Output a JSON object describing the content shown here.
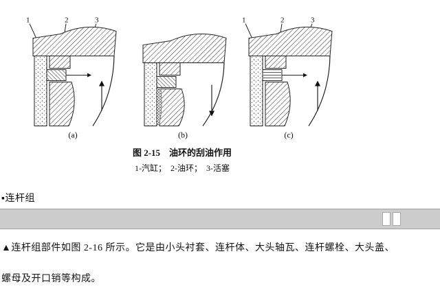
{
  "figure": {
    "caption": "图 2-15　油环的刮油作用",
    "legend": "1-汽缸；  2-油环；  3-活塞",
    "diagrams": [
      {
        "sub_label": "(a)",
        "callouts": [
          "1",
          "2",
          "3"
        ]
      },
      {
        "sub_label": "(b)",
        "callouts": []
      },
      {
        "sub_label": "(c)",
        "callouts": [
          "1",
          "2",
          "3"
        ]
      }
    ]
  },
  "body": {
    "section_bullet": "▪连杆组",
    "paragraph_line1": "▲连杆组部件如图 2-16 所示。它是由小头衬套、连杆体、大头轴瓦、连杆螺栓、大头盖、",
    "paragraph_line2": "螺母及开口销等构成。"
  },
  "colors": {
    "page_background": "#ffffff",
    "ink": "#222222",
    "band_gray": "#cccccc",
    "band_border": "#9e9e9e"
  }
}
